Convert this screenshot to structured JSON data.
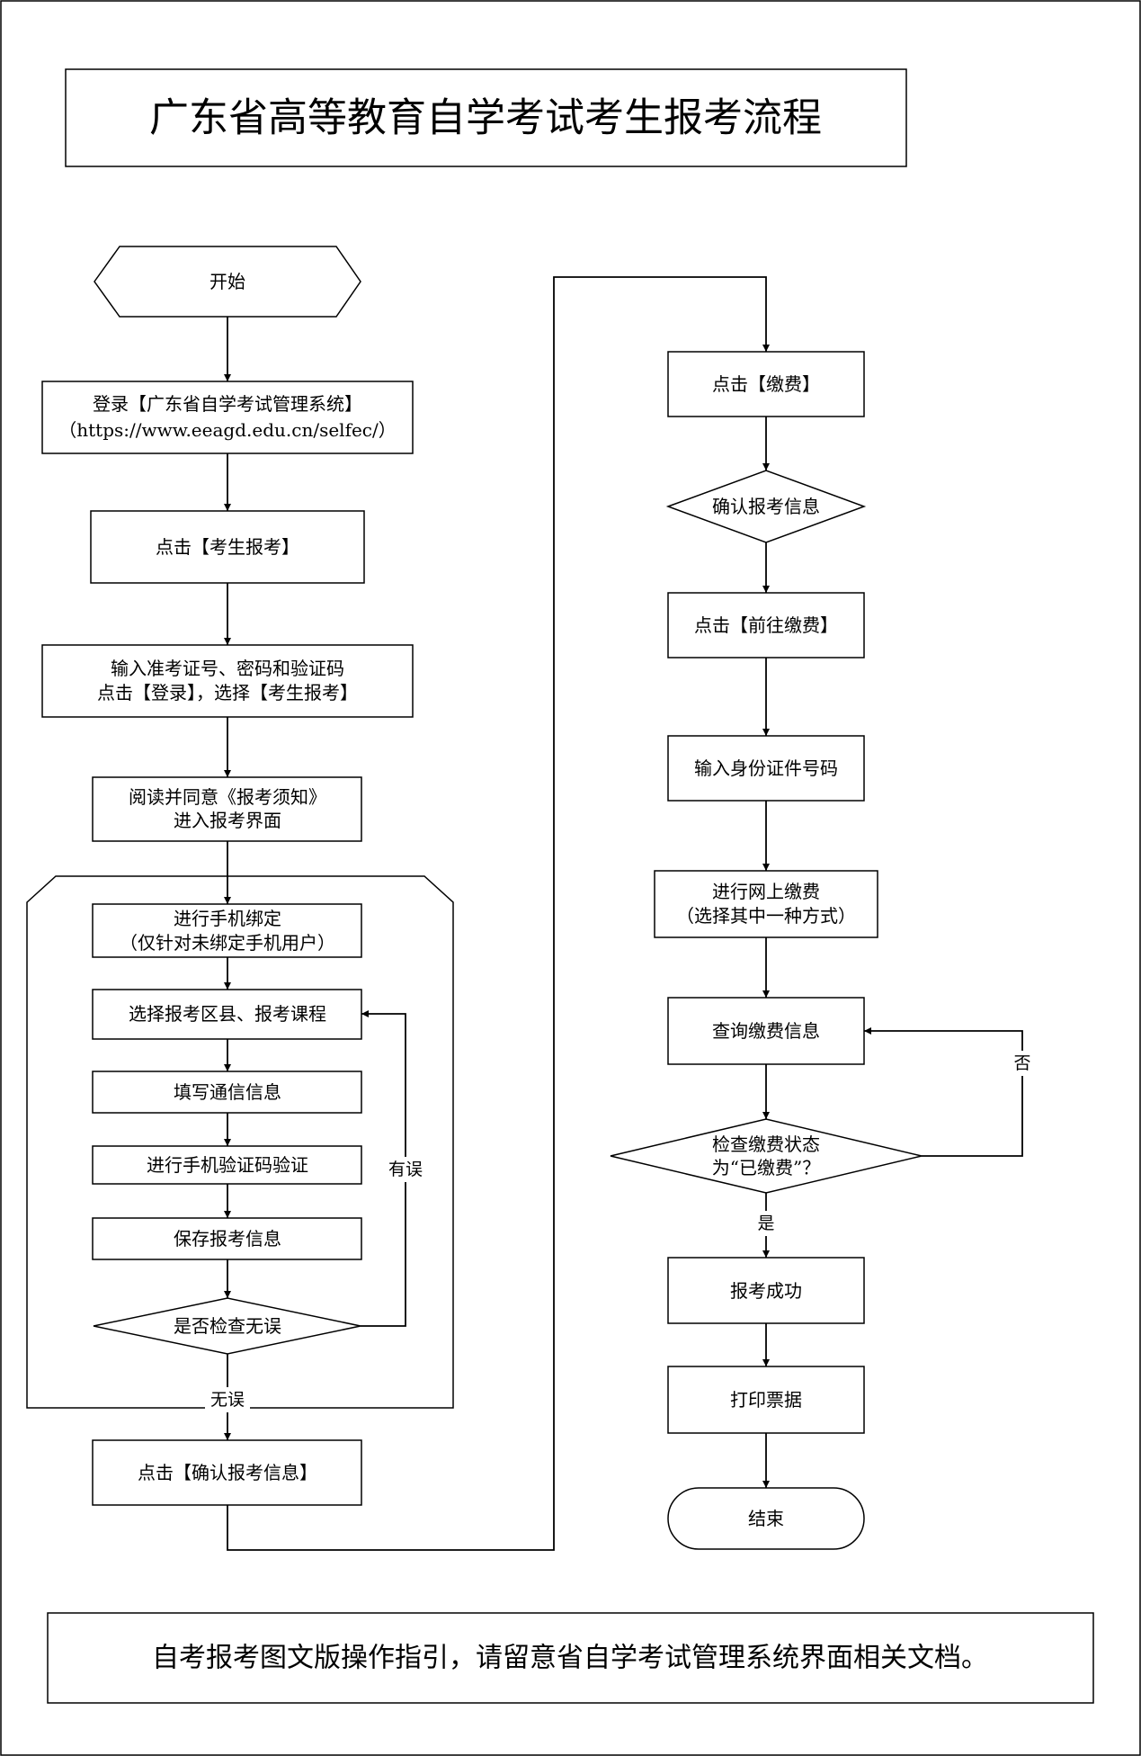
{
  "title": "广东省高等教育自学考试考生报考流程",
  "footer": "自考报考图文版操作指引，请留意省自学考试管理系统界面相关文档。",
  "nodes": {
    "start": "开始",
    "login": [
      "登录【广东省自学考试管理系统】",
      "（https://www.eeagd.edu.cn/selfec/）"
    ],
    "click_exam_apply": "点击【考生报考】",
    "input_credentials": [
      "输入准考证号、密码和验证码",
      "点击【登录】，选择【考生报考】"
    ],
    "read_notice": [
      "阅读并同意《报考须知》",
      "进入报考界面"
    ],
    "bind_phone": [
      "进行手机绑定",
      "（仅针对未绑定手机用户）"
    ],
    "select_courses": "选择报考区县、报考课程",
    "fill_contact": "填写通信信息",
    "phone_verify": "进行手机验证码验证",
    "save_info": "保存报考信息",
    "check_ok": "是否检查无误",
    "confirm_info_click": "点击【确认报考信息】",
    "click_pay": "点击【缴费】",
    "confirm_info": "确认报考信息",
    "goto_pay": "点击【前往缴费】",
    "input_id": "输入身份证件号码",
    "online_pay": [
      "进行网上缴费",
      "（选择其中一种方式）"
    ],
    "query_pay": "查询缴费信息",
    "check_paid": [
      "检查缴费状态",
      "为“已缴费”？"
    ],
    "success": "报考成功",
    "print_receipt": "打印票据",
    "end": "结束"
  },
  "labels": {
    "has_error": "有误",
    "no_error": "无误",
    "no": "否",
    "yes": "是"
  }
}
